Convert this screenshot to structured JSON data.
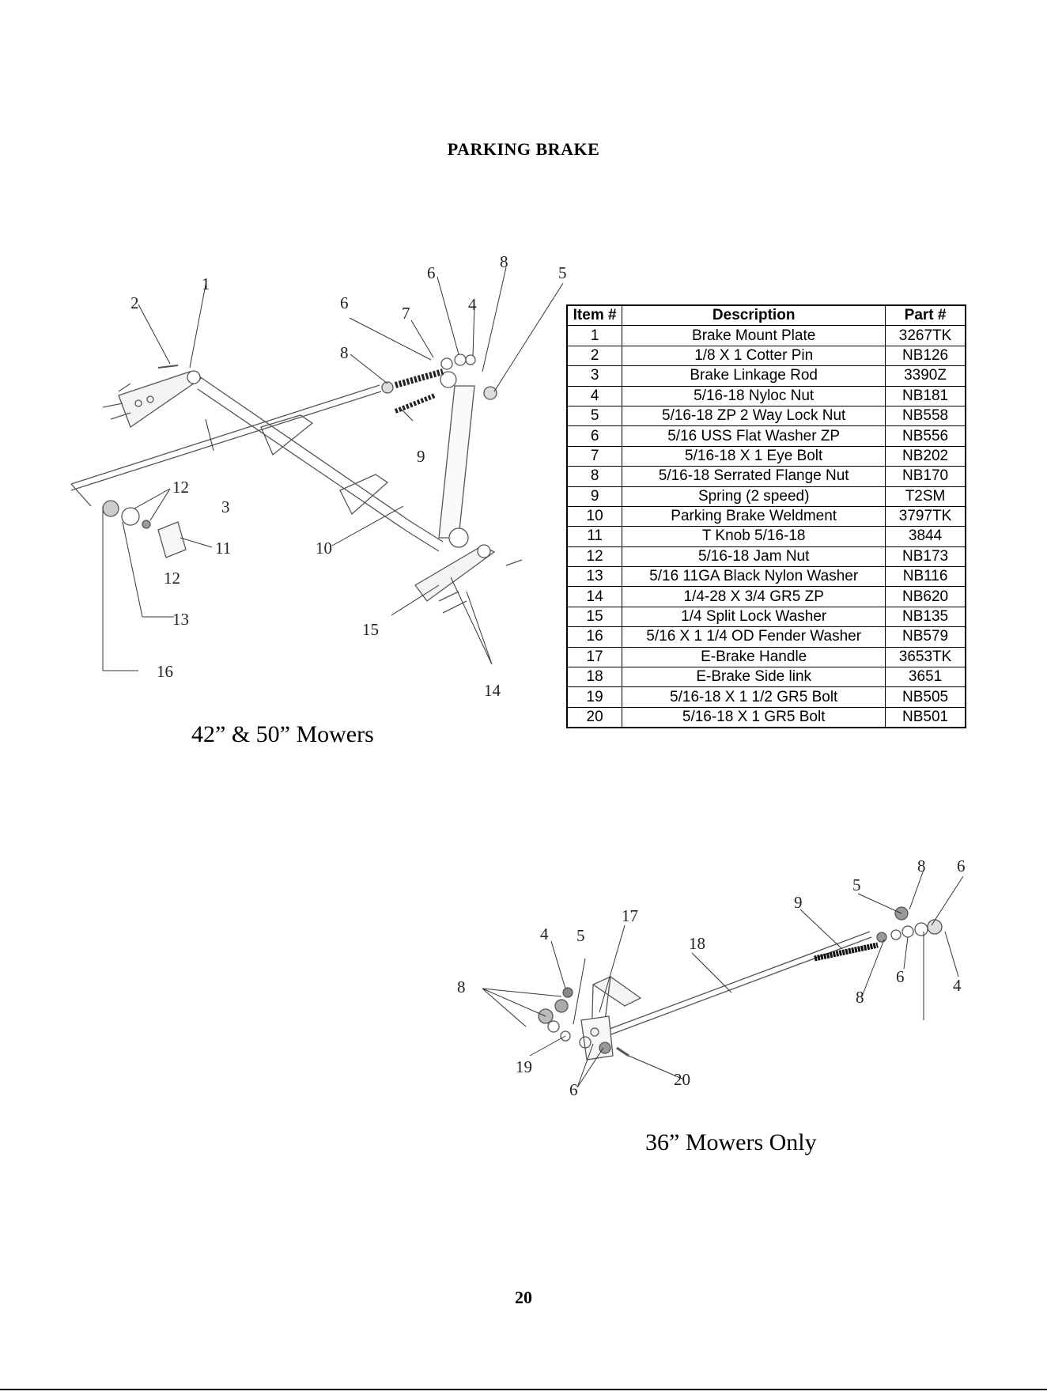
{
  "page": {
    "title": "PARKING BRAKE",
    "page_number": "20"
  },
  "diagram_top": {
    "caption": "42” & 50” Mowers",
    "callouts": [
      "1",
      "2",
      "3",
      "4",
      "5",
      "6",
      "6",
      "7",
      "8",
      "8",
      "9",
      "10",
      "11",
      "12",
      "12",
      "13",
      "14",
      "15",
      "16"
    ]
  },
  "diagram_bottom": {
    "caption": "36” Mowers Only",
    "callouts": [
      "4",
      "5",
      "17",
      "18",
      "9",
      "5",
      "8",
      "6",
      "8",
      "6",
      "4",
      "8",
      "19",
      "6",
      "20"
    ]
  },
  "parts_table": {
    "headers": [
      "Item #",
      "Description",
      "Part #"
    ],
    "rows": [
      {
        "item": "1",
        "description": "Brake Mount Plate",
        "part": "3267TK"
      },
      {
        "item": "2",
        "description": "1/8 X 1 Cotter Pin",
        "part": "NB126"
      },
      {
        "item": "3",
        "description": "Brake Linkage Rod",
        "part": "3390Z"
      },
      {
        "item": "4",
        "description": "5/16-18 Nyloc Nut",
        "part": "NB181"
      },
      {
        "item": "5",
        "description": "5/16-18 ZP 2 Way Lock Nut",
        "part": "NB558"
      },
      {
        "item": "6",
        "description": "5/16 USS Flat Washer ZP",
        "part": "NB556"
      },
      {
        "item": "7",
        "description": "5/16-18 X 1 Eye Bolt",
        "part": "NB202"
      },
      {
        "item": "8",
        "description": "5/16-18 Serrated Flange Nut",
        "part": "NB170"
      },
      {
        "item": "9",
        "description": "Spring (2 speed)",
        "part": "T2SM"
      },
      {
        "item": "10",
        "description": "Parking Brake Weldment",
        "part": "3797TK"
      },
      {
        "item": "11",
        "description": "T Knob 5/16-18",
        "part": "3844"
      },
      {
        "item": "12",
        "description": "5/16-18 Jam Nut",
        "part": "NB173"
      },
      {
        "item": "13",
        "description": "5/16 11GA Black Nylon Washer",
        "part": "NB116"
      },
      {
        "item": "14",
        "description": "1/4-28 X 3/4 GR5 ZP",
        "part": "NB620"
      },
      {
        "item": "15",
        "description": "1/4 Split Lock Washer",
        "part": "NB135"
      },
      {
        "item": "16",
        "description": "5/16 X 1 1/4 OD Fender Washer",
        "part": "NB579"
      },
      {
        "item": "17",
        "description": "E-Brake Handle",
        "part": "3653TK"
      },
      {
        "item": "18",
        "description": "E-Brake Side link",
        "part": "3651"
      },
      {
        "item": "19",
        "description": "5/16-18 X 1 1/2 GR5 Bolt",
        "part": "NB505"
      },
      {
        "item": "20",
        "description": "5/16-18 X 1 GR5 Bolt",
        "part": "NB501"
      }
    ]
  }
}
